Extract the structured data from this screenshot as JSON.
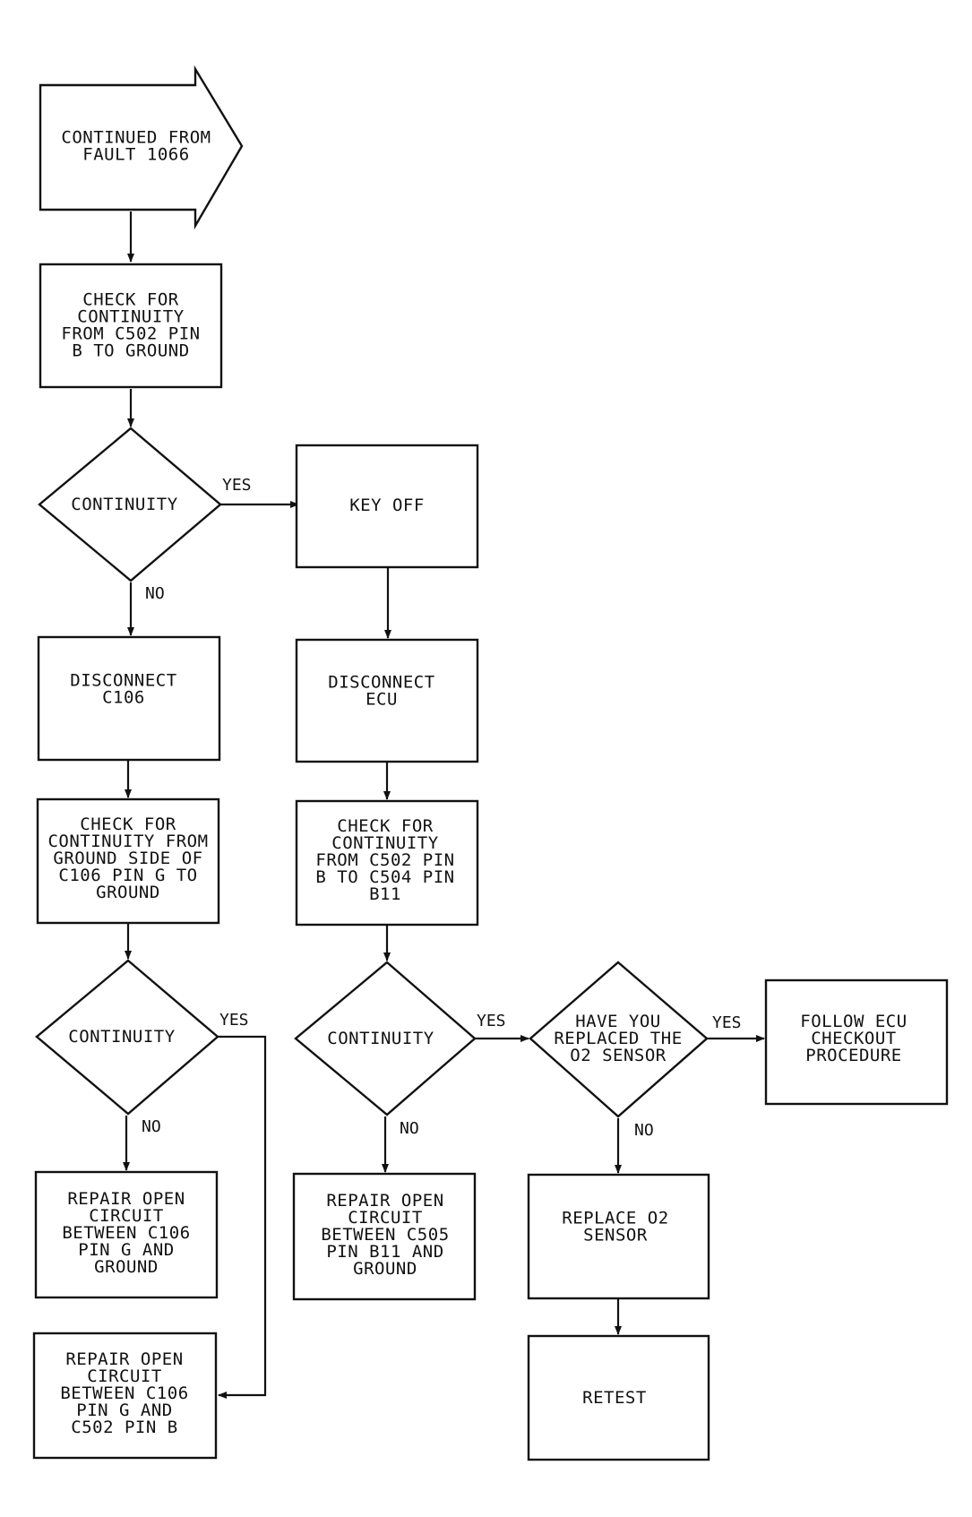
{
  "nodes": {
    "start": [
      "CONTINUED FROM",
      "FAULT 1066"
    ],
    "check_c502_ground": [
      "CHECK FOR",
      "CONTINUITY",
      "FROM C502 PIN",
      "B TO GROUND"
    ],
    "d_continuity_1": [
      "CONTINUITY"
    ],
    "key_off": [
      "KEY OFF"
    ],
    "disconnect_c106": [
      "DISCONNECT",
      "C106"
    ],
    "disconnect_ecu": [
      "DISCONNECT",
      "ECU"
    ],
    "check_c106_ground": [
      "CHECK FOR",
      "CONTINUITY FROM",
      "GROUND SIDE OF",
      "C106 PIN G TO",
      "GROUND"
    ],
    "check_c502_c504": [
      "CHECK FOR",
      "CONTINUITY",
      "FROM C502 PIN",
      "B TO C504 PIN",
      "B11"
    ],
    "d_continuity_2": [
      "CONTINUITY"
    ],
    "d_continuity_3": [
      "CONTINUITY"
    ],
    "d_replaced_o2": [
      "HAVE YOU",
      "REPLACED THE",
      "O2 SENSOR"
    ],
    "follow_ecu": [
      "FOLLOW ECU",
      "CHECKOUT",
      "PROCEDURE"
    ],
    "repair_c106_ground": [
      "REPAIR OPEN",
      "CIRCUIT",
      "BETWEEN C106",
      "PIN G AND",
      "GROUND"
    ],
    "repair_c505_ground": [
      "REPAIR OPEN",
      "CIRCUIT",
      "BETWEEN C505",
      "PIN B11 AND",
      "GROUND"
    ],
    "replace_o2": [
      "REPLACE O2",
      "SENSOR"
    ],
    "repair_c106_c502": [
      "REPAIR OPEN",
      "CIRCUIT",
      "BETWEEN C106",
      "PIN G AND",
      "C502 PIN B"
    ],
    "retest": [
      "RETEST"
    ]
  },
  "edge_labels": {
    "d1_yes": "YES",
    "d1_no": "NO",
    "d2_yes": "YES",
    "d2_no": "NO",
    "d3_yes": "YES",
    "d3_no": "NO",
    "d4_yes": "YES",
    "d4_no": "NO"
  },
  "colors": {
    "ink": "#111111",
    "paper": "#ffffff"
  }
}
